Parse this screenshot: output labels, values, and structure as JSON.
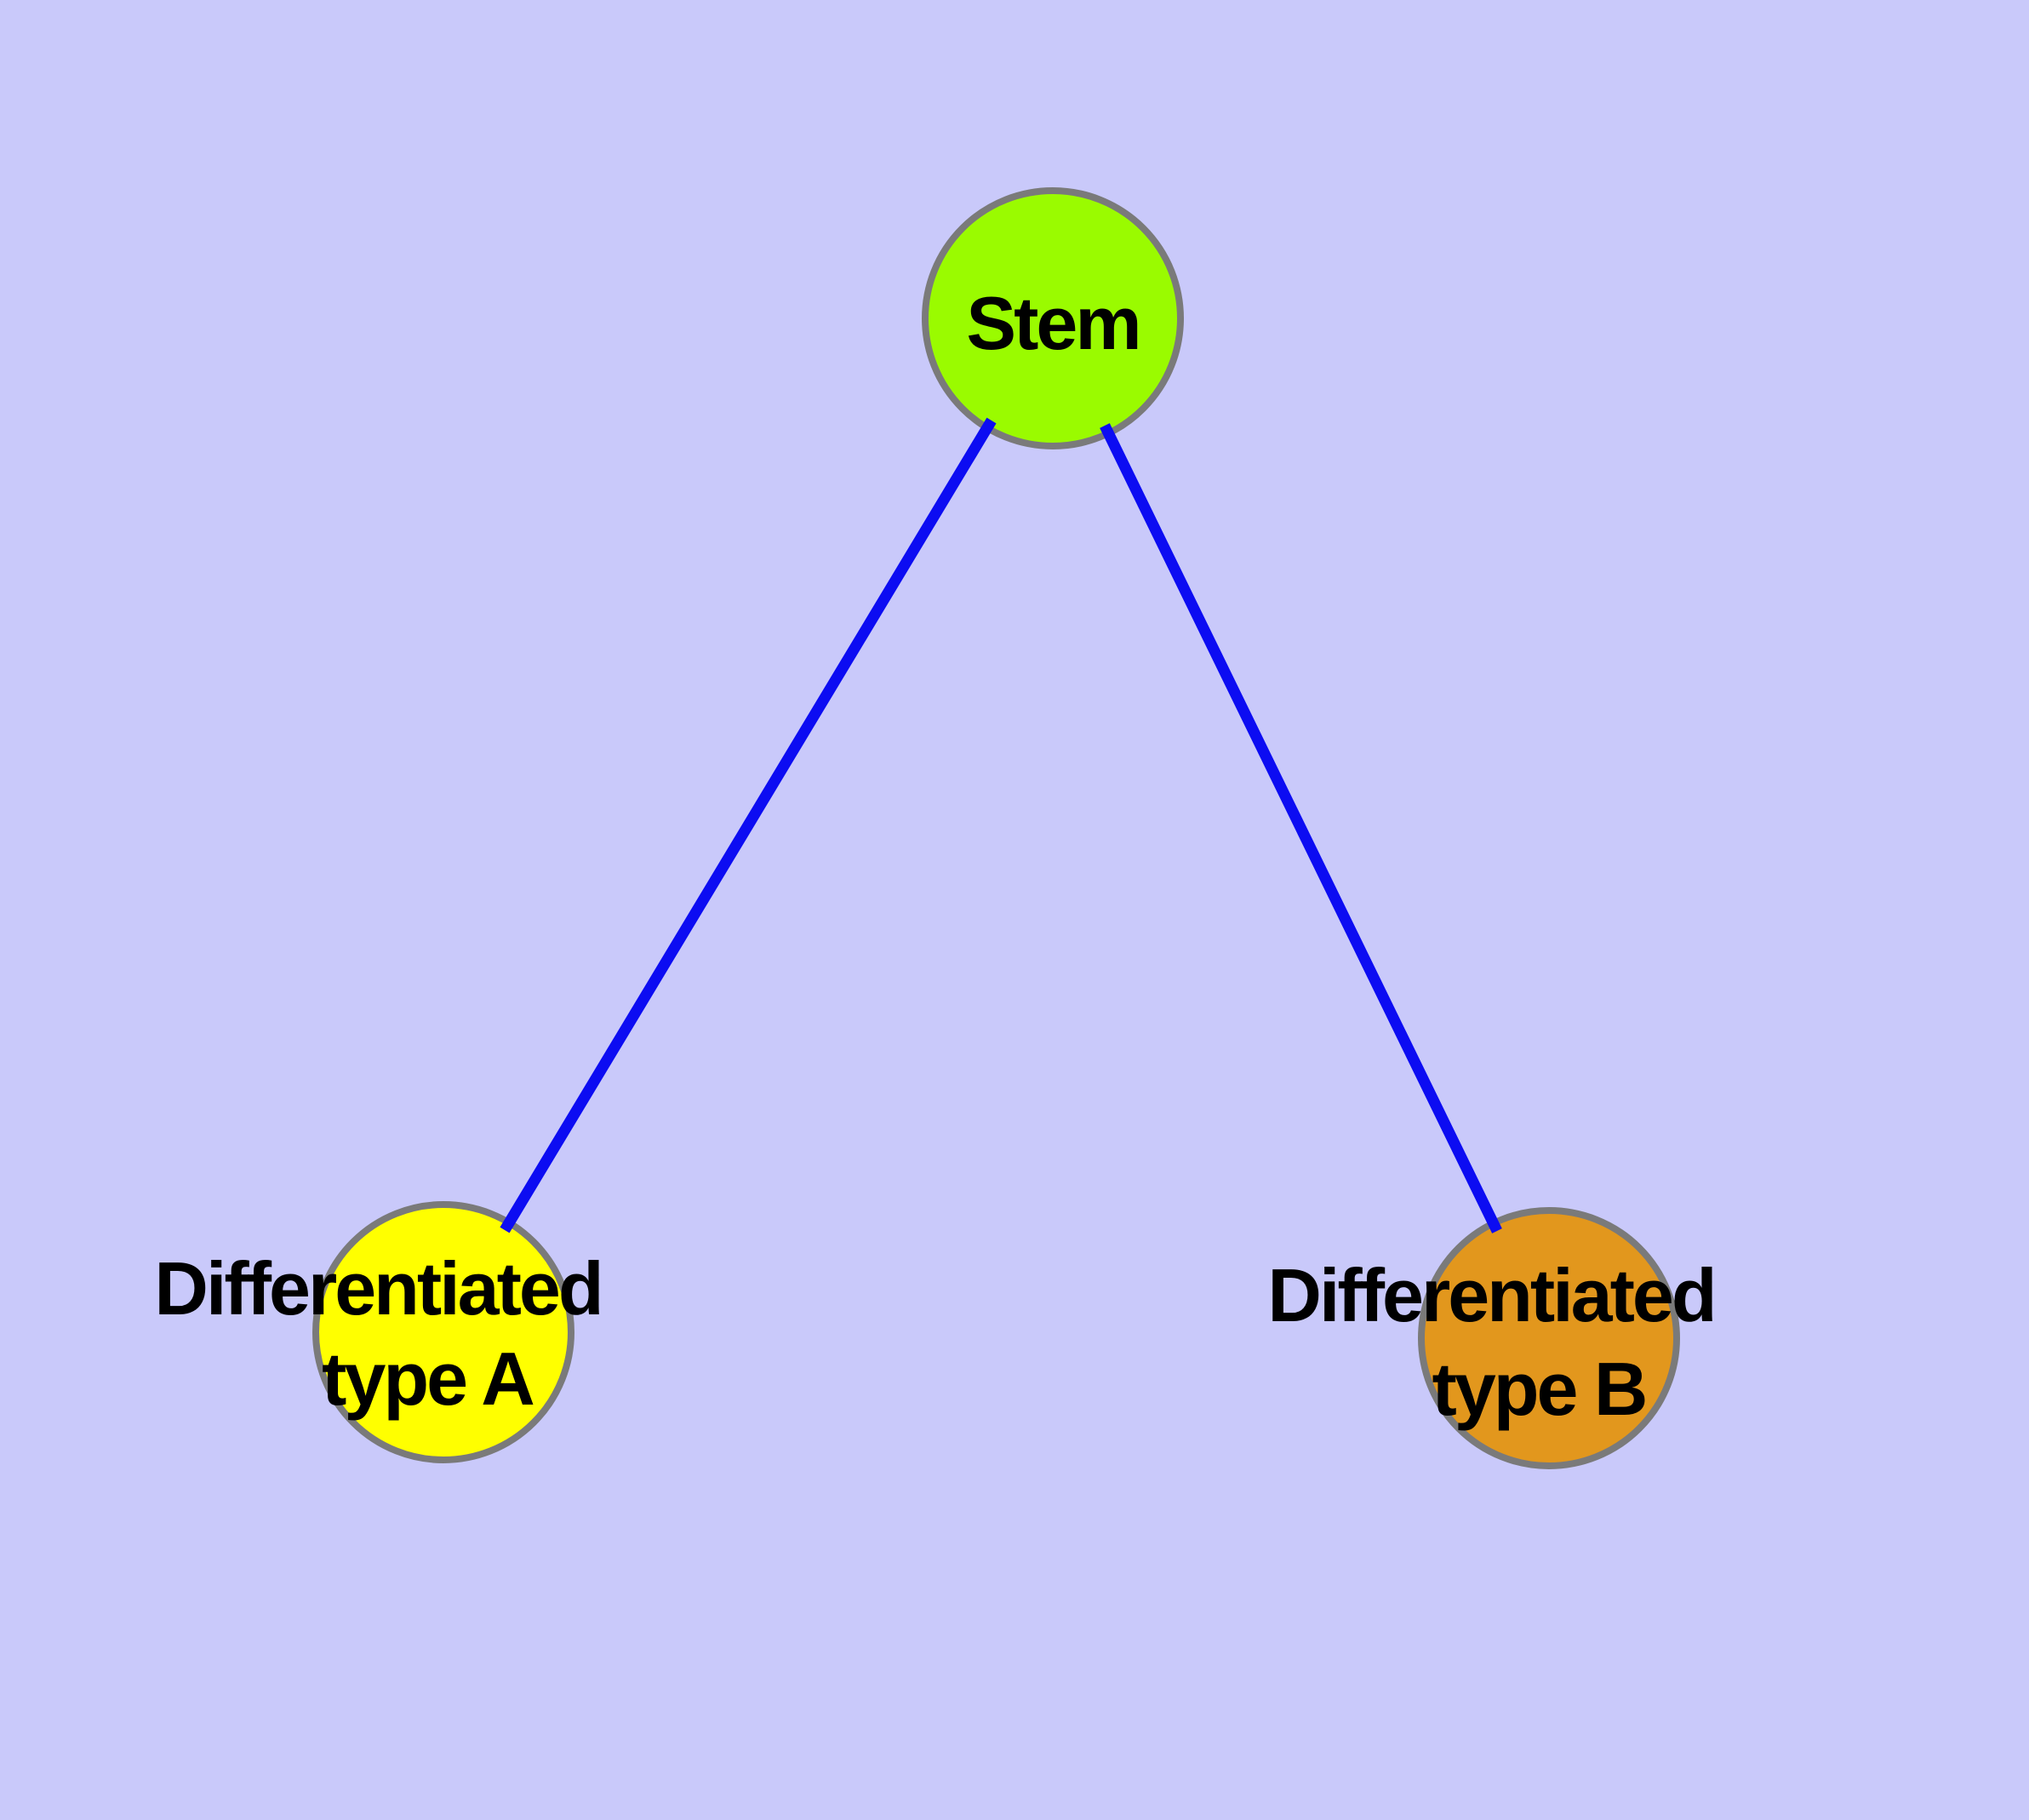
{
  "diagram": {
    "type": "node-link-graph",
    "description": "Three-node tree diagram: a stem cell node connected to two differentiated cell type nodes",
    "background_color": "#C9C9FA",
    "edge_color": "#0C0CF2",
    "node_border_color": "#7A7A7A",
    "label_color": "#000000",
    "nodes": [
      {
        "id": "stem",
        "label": "Stem",
        "fill": "#9AFB00"
      },
      {
        "id": "differentiated-type-a",
        "label_line1": "Differentiated",
        "label_line2": "type A",
        "fill": "#FFFF00"
      },
      {
        "id": "differentiated-type-b",
        "label_line1": "Differentiated",
        "label_line2": "type B",
        "fill": "#E2971D"
      }
    ],
    "edges": [
      {
        "from": "Stem",
        "to": "Differentiated type A"
      },
      {
        "from": "Stem",
        "to": "Differentiated type B"
      }
    ]
  }
}
